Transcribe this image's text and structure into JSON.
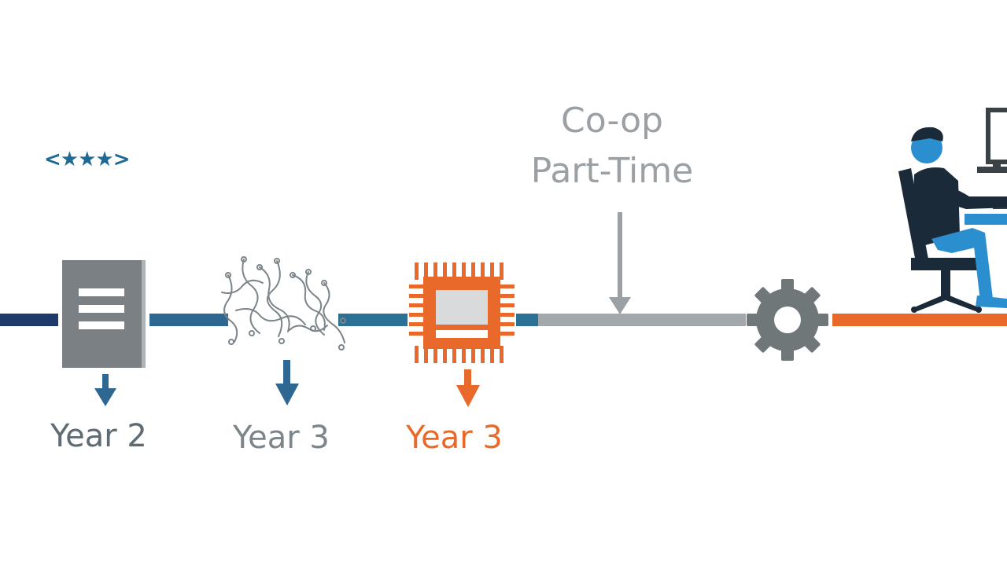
{
  "stars_text": "<★★★>",
  "coop": {
    "line1": "Co-op",
    "line2": "Part-Time"
  },
  "stages": [
    {
      "label": "Year 2",
      "icon": "document-icon",
      "color": "#5f6b73"
    },
    {
      "label": "Year 3",
      "icon": "circuit-scribble-icon",
      "color": "#7c858a"
    },
    {
      "label": "Year 3",
      "icon": "microchip-icon",
      "color": "#e8692a"
    }
  ],
  "colors": {
    "navy": "#1d3a6b",
    "steel_blue": "#2f6793",
    "teal_blue": "#2b7196",
    "gray": "#a2a8ab",
    "orange": "#e8692a",
    "icon_gray": "#707779"
  }
}
